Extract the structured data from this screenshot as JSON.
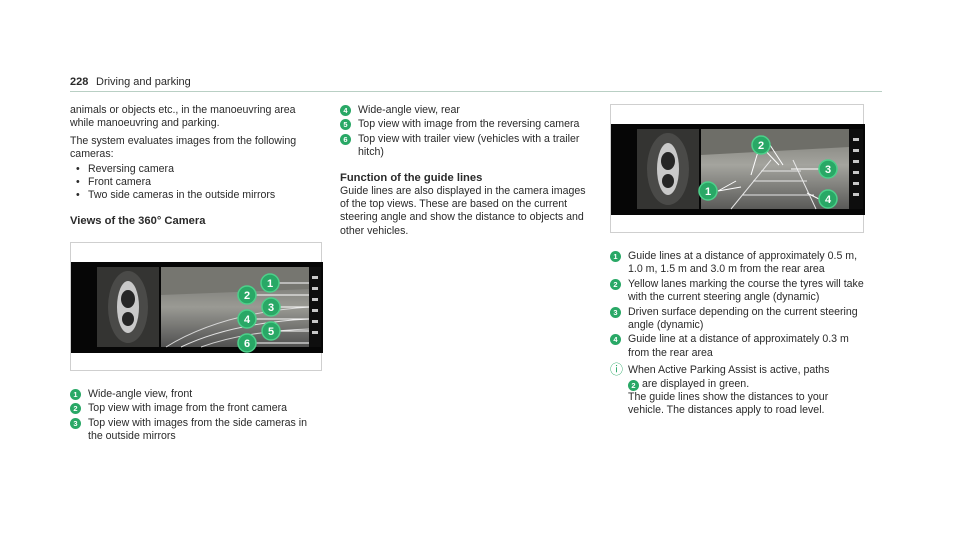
{
  "header": {
    "page_number": "228",
    "section": "Driving and parking"
  },
  "col1": {
    "intro": "animals or objects etc., in the manoeuvring area while manoeuvring and parking.",
    "cameras_intro": "The system evaluates images from the following cameras:",
    "cameras": [
      "Reversing camera",
      "Front camera",
      "Two side cameras in the outside mirrors"
    ],
    "heading": "Views of the 360° Camera",
    "figure_markers": [
      "1",
      "2",
      "3",
      "4",
      "5",
      "6"
    ],
    "captions": [
      {
        "num": "1",
        "text": "Wide-angle view, front"
      },
      {
        "num": "2",
        "text": "Top view with image from the front camera"
      },
      {
        "num": "3",
        "text": "Top view with images from the side cameras in the outside mirrors"
      }
    ]
  },
  "col2": {
    "items": [
      {
        "num": "4",
        "text": "Wide-angle view, rear"
      },
      {
        "num": "5",
        "text": "Top view with image from the reversing camera"
      },
      {
        "num": "6",
        "text": "Top view with trailer view (vehicles with a trailer hitch)"
      }
    ],
    "heading": "Function of the guide lines",
    "body": "Guide lines are also displayed in the camera images of the top views. These are based on the current steering angle and show the distance to objects and other vehicles."
  },
  "col3": {
    "figure_markers": [
      "1",
      "2",
      "3",
      "4"
    ],
    "captions": [
      {
        "num": "1",
        "text": "Guide lines at a distance of approximately 0.5 m, 1.0 m, 1.5 m and 3.0 m from the rear area"
      },
      {
        "num": "2",
        "text": "Yellow lanes marking the course the tyres will take with the current steering angle (dynamic)"
      },
      {
        "num": "3",
        "text": "Driven surface depending on the current steering angle (dynamic)"
      },
      {
        "num": "4",
        "text": "Guide line at a distance of approximately 0.3 m from the rear area"
      }
    ],
    "note": {
      "icon": "info-icon",
      "before": "When Active Parking Assist is active, paths",
      "num": "2",
      "after": "are displayed in green.",
      "text2": "The guide lines show the distances to your vehicle. The distances apply to road level."
    }
  },
  "colors": {
    "accent": "#29a866",
    "callout_ring": "#4dd08a",
    "rule": "#b9cfc4"
  }
}
